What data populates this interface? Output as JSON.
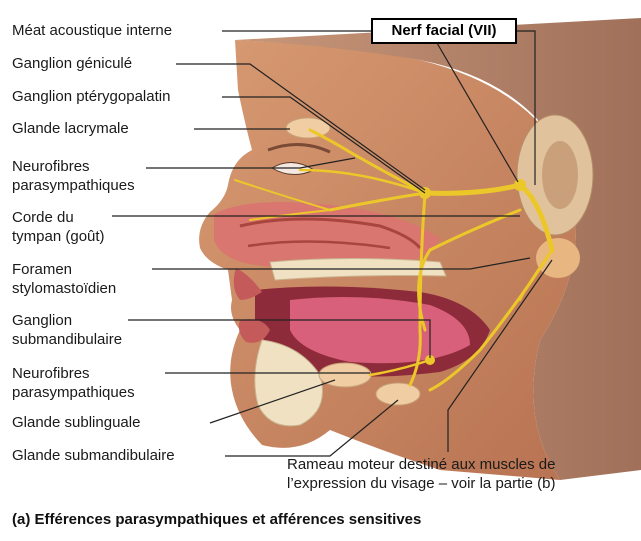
{
  "title": "Nerf facial (VII)",
  "labels": {
    "meat": "Méat acoustique interne",
    "geniculate": "Ganglion géniculé",
    "pterygo": "Ganglion ptérygopalatin",
    "lacrymale": "Glande lacrymale",
    "neuro1_l1": "Neurofibres",
    "neuro1_l2": "parasympathiques",
    "corde_l1": "Corde du",
    "corde_l2": "tympan (goût)",
    "foramen_l1": "Foramen",
    "foramen_l2": "stylomastoïdien",
    "submand_gang_l1": "Ganglion",
    "submand_gang_l2": "submandibulaire",
    "neuro2_l1": "Neurofibres",
    "neuro2_l2": "parasympathiques",
    "sublinguale": "Glande sublinguale",
    "submand_gland": "Glande submandibulaire",
    "rameau_l1": "Rameau moteur destiné aux muscles de",
    "rameau_l2": "l’expression du visage – voir la partie (b)"
  },
  "caption": "(a) Efférences parasympathiques et afférences sensitives",
  "colors": {
    "skin": "#c98a63",
    "hair": "#b98567",
    "nerve": "#ecc72a",
    "mucosa": "#d9766f",
    "gland": "#f0cda3",
    "leader": "#222222"
  }
}
